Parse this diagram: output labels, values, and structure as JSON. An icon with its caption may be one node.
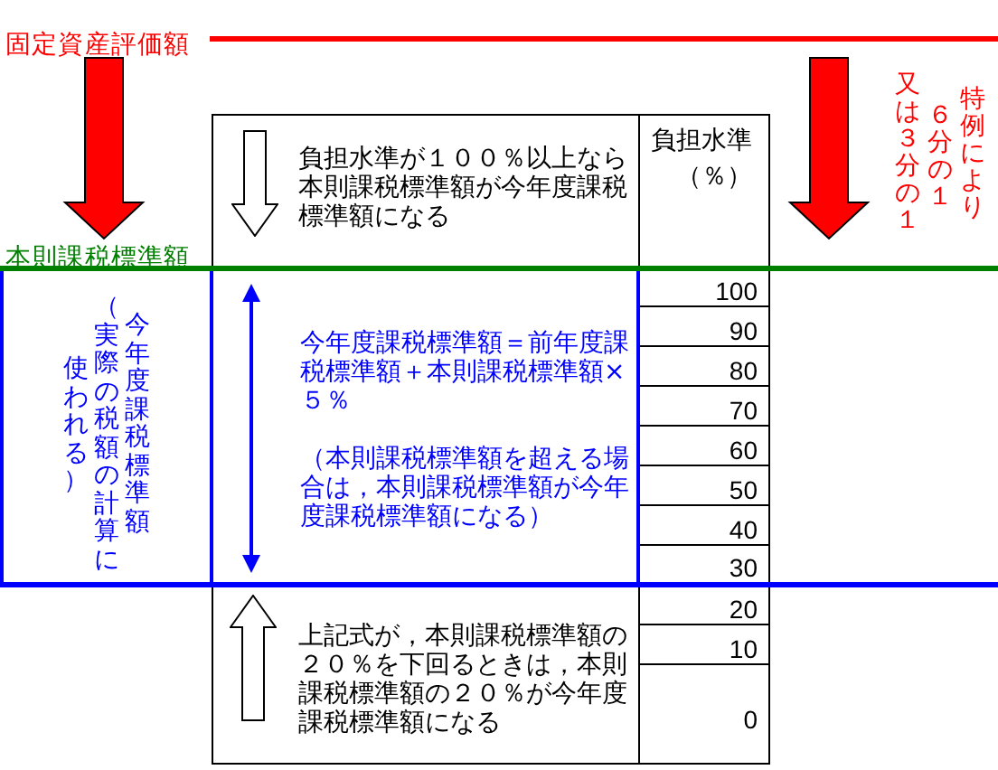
{
  "diagram": {
    "nodes": [
      {
        "text": [
          "固定資産評価額"
        ]
      },
      {
        "text": [
          "負担水準が１００％以上なら本則課税標準額が今年度課税標準額になる"
        ]
      },
      {
        "text": [
          "本則課税標準額"
        ]
      },
      {
        "text": [
          "今年度課税標準額（実際の税額の計算に使われる）"
        ]
      },
      {
        "text": [
          "今年度課税標準額＝前年度課税標準額＋本則課税標準額×５％",
          "（本則課税標準額を超える場合は，本則課税標準額が今年度課税標準額になる）"
        ]
      },
      {
        "text": [
          "上記式が，本則課税標準額の２０％を下回るときは，本則課税標準額の２０％が今年度課税標準額になる"
        ]
      }
    ],
    "edges": [
      {
        "from": 0,
        "to": 2,
        "arrow": "to",
        "style": "thick",
        "color": "#ff0000"
      },
      {
        "from": 0,
        "to": 2,
        "arrow": "to",
        "label": "特例により６分の１又は３分の１",
        "style": "thick",
        "color": "#ff0000"
      }
    ],
    "labels": [
      "負担水準（％）",
      "100",
      "90",
      "80",
      "70",
      "60",
      "50",
      "40",
      "30",
      "20",
      "10",
      "0"
    ]
  }
}
